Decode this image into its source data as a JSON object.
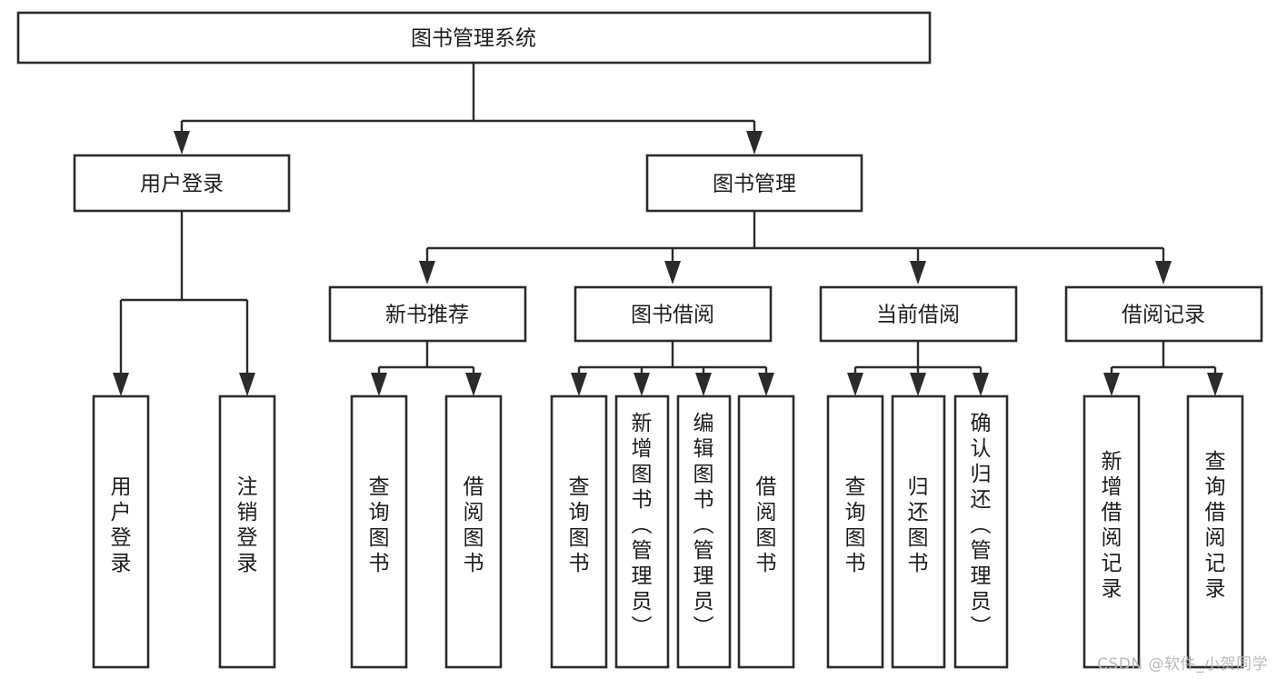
{
  "diagram": {
    "type": "tree-hierarchy-flowchart",
    "title": "图书管理系统",
    "style": {
      "background": "#ffffff",
      "box_fill": "#ffffff",
      "box_stroke": "#2b2b2b",
      "text_color": "#1c1c1c",
      "connector_color": "#2b2b2b",
      "watermark_color": "#b9b9b9"
    },
    "levels": {
      "root": {
        "label": "图书管理系统"
      },
      "level2": [
        {
          "id": "user-login",
          "label": "用户登录"
        },
        {
          "id": "book-management",
          "label": "图书管理"
        }
      ],
      "level3": [
        {
          "id": "new-book-recommend",
          "label": "新书推荐",
          "parent": "book-management"
        },
        {
          "id": "book-borrow",
          "label": "图书借阅",
          "parent": "book-management"
        },
        {
          "id": "current-borrow",
          "label": "当前借阅",
          "parent": "book-management"
        },
        {
          "id": "borrow-record",
          "label": "借阅记录",
          "parent": "book-management"
        }
      ],
      "leaves": [
        {
          "id": "leaf-user-login",
          "label": "用户登录",
          "parent": "user-login"
        },
        {
          "id": "leaf-logout-login",
          "label": "注销登录",
          "parent": "user-login"
        },
        {
          "id": "leaf-query-book-1",
          "label": "查询图书",
          "parent": "new-book-recommend"
        },
        {
          "id": "leaf-borrow-book-1",
          "label": "借阅图书",
          "parent": "new-book-recommend"
        },
        {
          "id": "leaf-query-book-2",
          "label": "查询图书",
          "parent": "book-borrow"
        },
        {
          "id": "leaf-add-book",
          "label": "新增图书（管理员）",
          "parent": "book-borrow"
        },
        {
          "id": "leaf-edit-book",
          "label": "编辑图书（管理员）",
          "parent": "book-borrow"
        },
        {
          "id": "leaf-borrow-book-2",
          "label": "借阅图书",
          "parent": "book-borrow"
        },
        {
          "id": "leaf-query-book-3",
          "label": "查询图书",
          "parent": "current-borrow"
        },
        {
          "id": "leaf-return-book",
          "label": "归还图书",
          "parent": "current-borrow"
        },
        {
          "id": "leaf-confirm-return",
          "label": "确认归还（管理员）",
          "parent": "current-borrow"
        },
        {
          "id": "leaf-add-record",
          "label": "新增借阅记录",
          "parent": "borrow-record"
        },
        {
          "id": "leaf-query-record",
          "label": "查询借阅记录",
          "parent": "borrow-record"
        }
      ]
    }
  },
  "watermark": {
    "text": "CSDN @软件_小贺同学"
  }
}
